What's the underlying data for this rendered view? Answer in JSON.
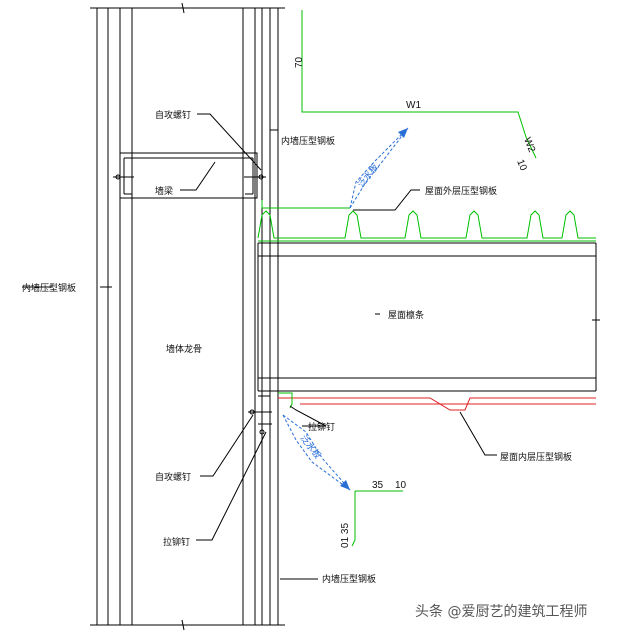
{
  "labels": {
    "self_tapping_screw_top": "自攻螺钉",
    "inner_wall_panel_top": "内墙压型钢板",
    "wall_girt": "墙梁",
    "outer_roof_panel": "屋面外层压型钢板",
    "inner_wall_panel_left": "内墙压型钢板",
    "roof_purlin": "屋面檩条",
    "wall_stud": "墙体龙骨",
    "rivet_right": "拉铆钉",
    "inner_roof_panel": "屋面内层压型钢板",
    "self_tapping_screw_bottom": "自攻螺钉",
    "rivet_bottom": "拉铆钉",
    "inner_wall_panel_bottom": "内墙压型钢板",
    "flashing_top": "泛水板",
    "flashing_bottom": "泛水板"
  },
  "dimensions": {
    "top_vertical": "70",
    "top_w1": "W1",
    "top_w2": "W2",
    "top_return": "10",
    "bottom_horizontal_35": "35",
    "bottom_horizontal_10": "10",
    "bottom_vertical": "01 35"
  },
  "watermark": "头条 @爱厨艺的建筑工程师",
  "colors": {
    "structure": "#000000",
    "flashing": "#00c000",
    "inner_panel": "#e02020",
    "leader": "#000000",
    "arrow": "#3399ff"
  }
}
